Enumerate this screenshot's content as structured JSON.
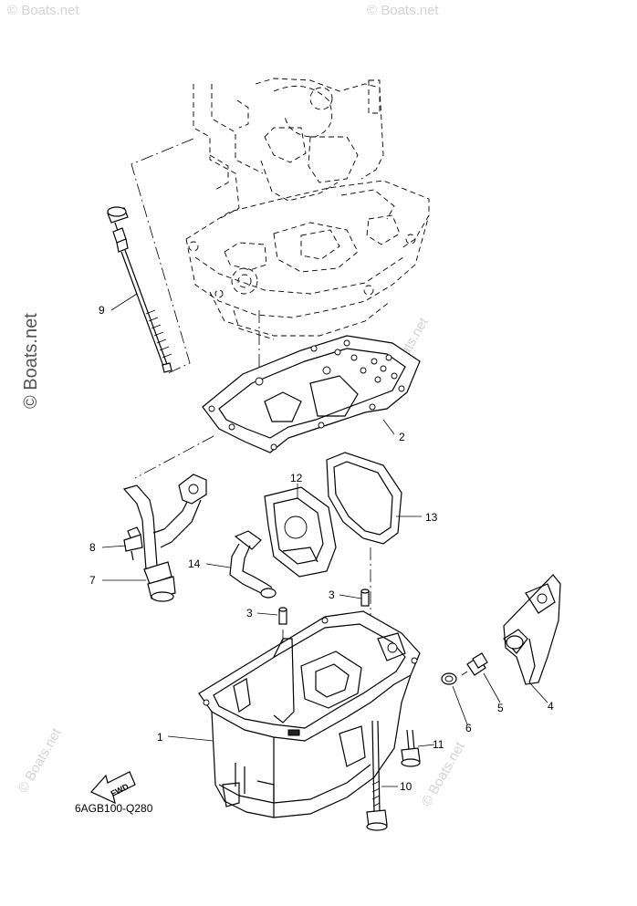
{
  "watermark": {
    "main": "© Boats.net",
    "faint": "© Boats.net"
  },
  "diagram_code": "6AGB100-Q280",
  "fwd_label": "FWD",
  "callouts": {
    "p1": "1",
    "p2": "2",
    "p3a": "3",
    "p3b": "3",
    "p4": "4",
    "p5": "5",
    "p6": "6",
    "p7": "7",
    "p8": "8",
    "p9": "9",
    "p10": "10",
    "p11": "11",
    "p12": "12",
    "p13": "13",
    "p14": "14"
  }
}
